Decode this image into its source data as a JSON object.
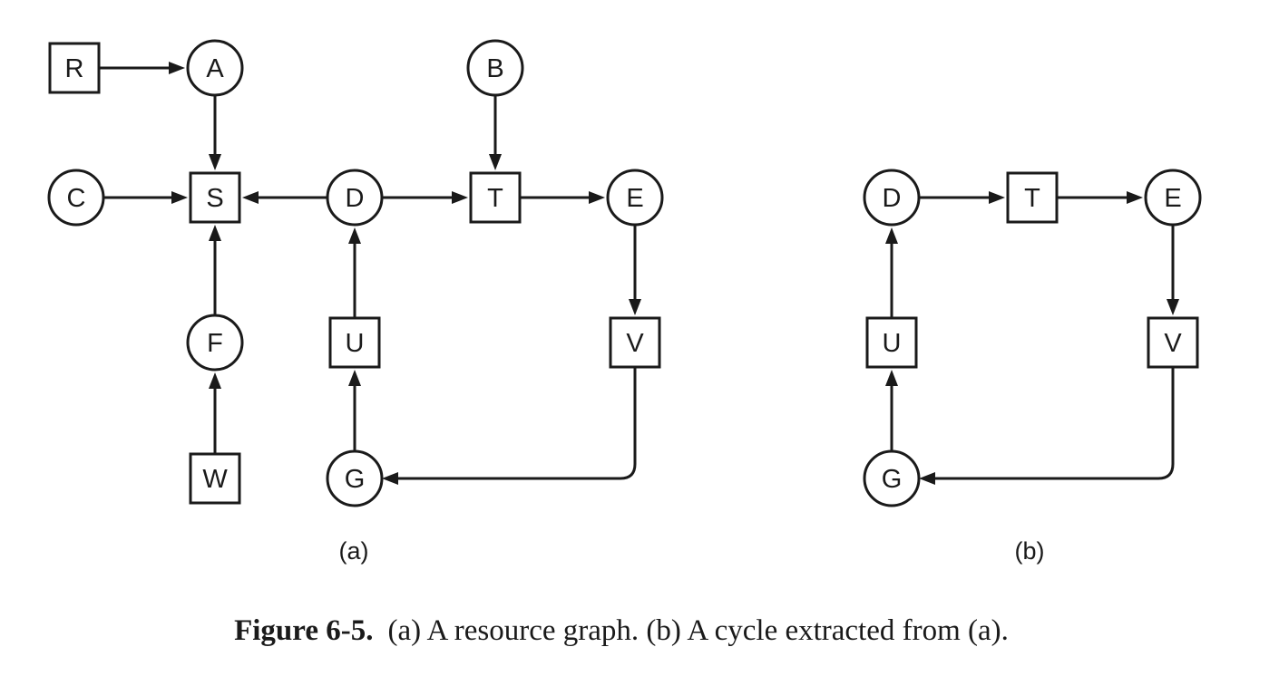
{
  "panels": [
    {
      "id": "a",
      "label": "(a)",
      "nodes": [
        {
          "id": "R",
          "label": "R",
          "kind": "resource"
        },
        {
          "id": "A",
          "label": "A",
          "kind": "process"
        },
        {
          "id": "B",
          "label": "B",
          "kind": "process"
        },
        {
          "id": "C",
          "label": "C",
          "kind": "process"
        },
        {
          "id": "S",
          "label": "S",
          "kind": "resource"
        },
        {
          "id": "D",
          "label": "D",
          "kind": "process"
        },
        {
          "id": "T",
          "label": "T",
          "kind": "resource"
        },
        {
          "id": "E",
          "label": "E",
          "kind": "process"
        },
        {
          "id": "F",
          "label": "F",
          "kind": "process"
        },
        {
          "id": "U",
          "label": "U",
          "kind": "resource"
        },
        {
          "id": "V",
          "label": "V",
          "kind": "resource"
        },
        {
          "id": "W",
          "label": "W",
          "kind": "resource"
        },
        {
          "id": "G",
          "label": "G",
          "kind": "process"
        }
      ],
      "edges": [
        {
          "from": "R",
          "to": "A"
        },
        {
          "from": "A",
          "to": "S"
        },
        {
          "from": "C",
          "to": "S"
        },
        {
          "from": "D",
          "to": "S"
        },
        {
          "from": "D",
          "to": "T"
        },
        {
          "from": "B",
          "to": "T"
        },
        {
          "from": "T",
          "to": "E"
        },
        {
          "from": "E",
          "to": "V"
        },
        {
          "from": "V",
          "to": "G"
        },
        {
          "from": "G",
          "to": "U"
        },
        {
          "from": "U",
          "to": "D"
        },
        {
          "from": "F",
          "to": "S"
        },
        {
          "from": "W",
          "to": "F"
        }
      ]
    },
    {
      "id": "b",
      "label": "(b)",
      "nodes": [
        {
          "id": "D",
          "label": "D",
          "kind": "process"
        },
        {
          "id": "T",
          "label": "T",
          "kind": "resource"
        },
        {
          "id": "E",
          "label": "E",
          "kind": "process"
        },
        {
          "id": "U",
          "label": "U",
          "kind": "resource"
        },
        {
          "id": "V",
          "label": "V",
          "kind": "resource"
        },
        {
          "id": "G",
          "label": "G",
          "kind": "process"
        }
      ],
      "edges": [
        {
          "from": "D",
          "to": "T"
        },
        {
          "from": "T",
          "to": "E"
        },
        {
          "from": "E",
          "to": "V"
        },
        {
          "from": "V",
          "to": "G"
        },
        {
          "from": "G",
          "to": "U"
        },
        {
          "from": "U",
          "to": "D"
        }
      ]
    }
  ],
  "caption": {
    "number": "Figure 6-5.",
    "text": "(a) A resource graph. (b) A cycle extracted from (a)."
  }
}
